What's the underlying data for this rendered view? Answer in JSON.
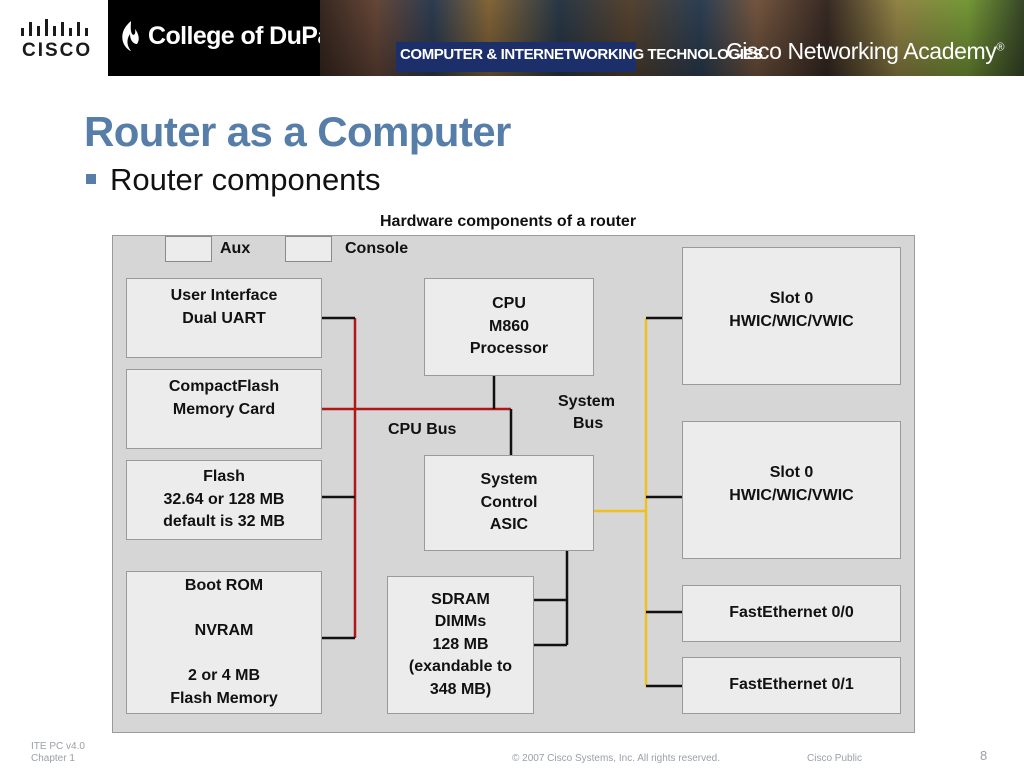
{
  "header": {
    "cisco_logo": "CISCO",
    "college_logo": "College of DuPage",
    "program": "COMPUTER & INTERNETWORKING TECHNOLOGIES",
    "academy": "Cisco Networking Academy",
    "academy_mark": "®"
  },
  "slide": {
    "title": "Router as a Computer",
    "bullet": "Router components"
  },
  "diagram": {
    "caption": "Hardware components of a router",
    "ports": {
      "aux": "Aux",
      "console": "Console"
    },
    "components": {
      "user_interface": [
        "User Interface",
        "Dual UART"
      ],
      "compactflash": [
        "CompactFlash",
        "Memory Card"
      ],
      "flash": [
        "Flash",
        "32.64 or 128 MB",
        "default is 32 MB"
      ],
      "boot_rom": [
        "Boot ROM",
        "",
        "NVRAM",
        "",
        "2 or 4 MB",
        "Flash Memory"
      ],
      "cpu": [
        "CPU",
        "M860",
        "Processor"
      ],
      "asic": [
        "System",
        "Control",
        "ASIC"
      ],
      "sdram": [
        "SDRAM",
        "DIMMs",
        "128 MB",
        "(exandable to",
        "348 MB)"
      ],
      "slot0_a": [
        "Slot 0",
        "HWIC/WIC/VWIC"
      ],
      "slot0_b": [
        "Slot 0",
        "HWIC/WIC/VWIC"
      ],
      "fe00": "FastEthernet 0/0",
      "fe01": "FastEthernet 0/1"
    },
    "labels": {
      "cpu_bus": "CPU Bus",
      "system_bus_1": "System",
      "system_bus_2": "Bus"
    },
    "colors": {
      "cpu_bus": "#b01818",
      "system_bus": "#f0c020",
      "wire": "#111111"
    }
  },
  "footer": {
    "version": "ITE PC v4.0",
    "chapter": "Chapter 1",
    "copyright": "© 2007 Cisco Systems, Inc. All rights reserved.",
    "classification": "Cisco Public",
    "page": "8"
  }
}
